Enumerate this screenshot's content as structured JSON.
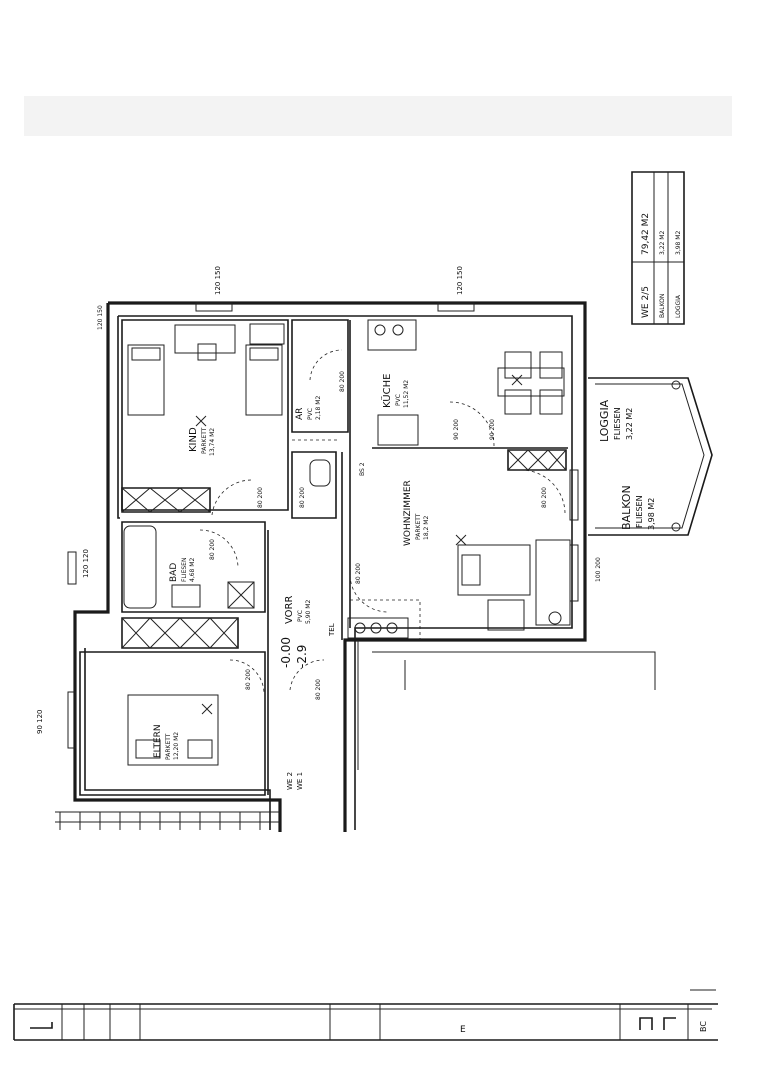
{
  "legend": {
    "unit": "WE 2/5",
    "total": "79,42 M2",
    "rows": [
      {
        "name": "BALKON",
        "value": "3,22 M2"
      },
      {
        "name": "LOGGIA",
        "value": "3,98 M2"
      }
    ]
  },
  "rooms": {
    "kind": {
      "name": "KIND",
      "floor": "PARKETT",
      "area": "13,74 M2"
    },
    "ar": {
      "name": "AR",
      "floor": "PVC",
      "area": "2,18 M2"
    },
    "kueche": {
      "name": "KÜCHE",
      "floor": "PVC",
      "area": "11,52 M2"
    },
    "wohn": {
      "name": "WOHNZIMMER",
      "floor": "PARKETT",
      "area": "18,2 M2"
    },
    "bad": {
      "name": "BAD",
      "floor": "FLIESEN",
      "area": "4,68 M2"
    },
    "vorr": {
      "name": "VORR",
      "floor": "PVC",
      "area": "5,90 M2"
    },
    "eltern": {
      "name": "ELTERN",
      "floor": "PARKETT",
      "area": "12,20 M2"
    },
    "loggia": {
      "name": "LOGGIA",
      "floor": "FLIESEN",
      "area": "3,22 M2"
    },
    "balkon": {
      "name": "BALKON",
      "floor": "FLIESEN",
      "area": "3,98 M2"
    }
  },
  "annotations": {
    "level_top": "-0.00",
    "level_bottom": "-2.9",
    "unit_left": "WE 2",
    "unit_left2": "WE 1",
    "dims": [
      "120 150",
      "120 150",
      "120 120",
      "90 120",
      "80 200",
      "80 200",
      "80 200",
      "80 200",
      "80 200",
      "80 200",
      "80 200",
      "80 200",
      "90 200",
      "90 200",
      "100 200",
      "120 150"
    ],
    "tel": "TEL",
    "bs": "BS 2"
  },
  "title_block": {
    "fields": [
      "",
      "",
      "",
      "",
      "",
      "",
      "E",
      "",
      "",
      "BC"
    ]
  },
  "colors": {
    "ink": "#1a1a1a",
    "paper": "#ffffff"
  }
}
